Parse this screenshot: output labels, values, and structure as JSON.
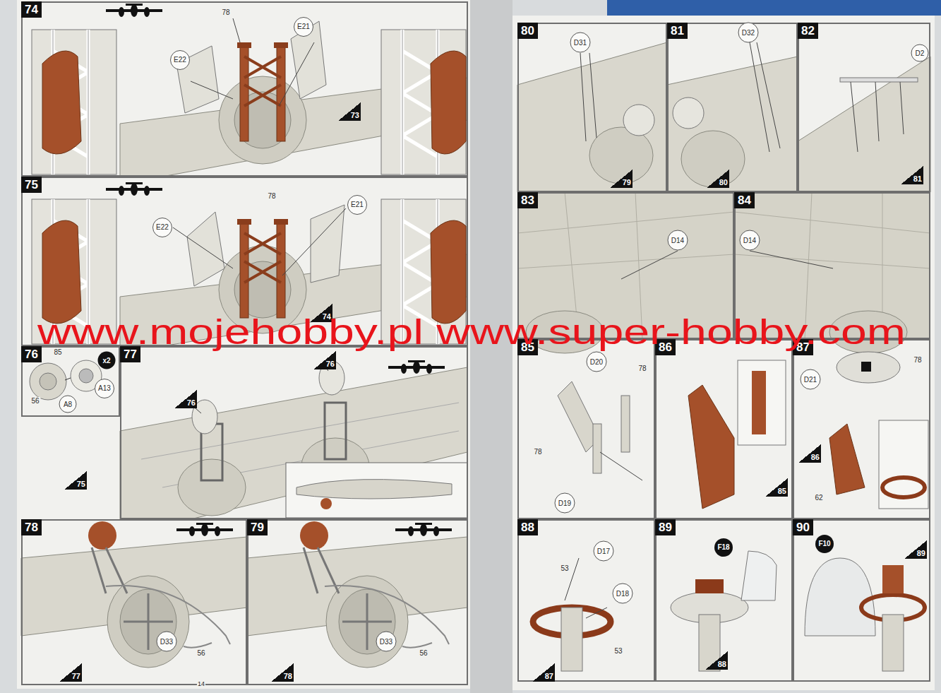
{
  "diagram": {
    "nodes": [
      {
        "text": [
          "74"
        ]
      },
      {
        "text": [
          "75"
        ]
      },
      {
        "text": [
          "76"
        ]
      },
      {
        "text": [
          "77"
        ]
      },
      {
        "text": [
          "78"
        ]
      },
      {
        "text": [
          "79"
        ]
      },
      {
        "text": [
          "80"
        ]
      },
      {
        "text": [
          "81"
        ]
      },
      {
        "text": [
          "82"
        ]
      },
      {
        "text": [
          "83"
        ]
      },
      {
        "text": [
          "84"
        ]
      },
      {
        "text": [
          "85"
        ]
      },
      {
        "text": [
          "86"
        ]
      },
      {
        "text": [
          "87"
        ]
      },
      {
        "text": [
          "88"
        ]
      },
      {
        "text": [
          "89"
        ]
      },
      {
        "text": [
          "90"
        ]
      }
    ],
    "labels": [
      "78",
      "E22",
      "E21",
      "73",
      "78",
      "E22",
      "E21",
      "74",
      "www.mojehobby.pl www.super-hobby.com",
      "x2",
      "85",
      "56",
      "A8",
      "A13",
      "76",
      "76",
      "75",
      "D33",
      "56",
      "77",
      "D33",
      "56",
      "78",
      "14",
      "D31",
      "79",
      "D32",
      "80",
      "D2",
      "81",
      "D14",
      "D14",
      "D20",
      "78",
      "78",
      "D19",
      "85",
      "D21",
      "78",
      "86",
      "62",
      "D17",
      "53",
      "D18",
      "53",
      "87",
      "F18",
      "88",
      "F10",
      "89"
    ]
  }
}
